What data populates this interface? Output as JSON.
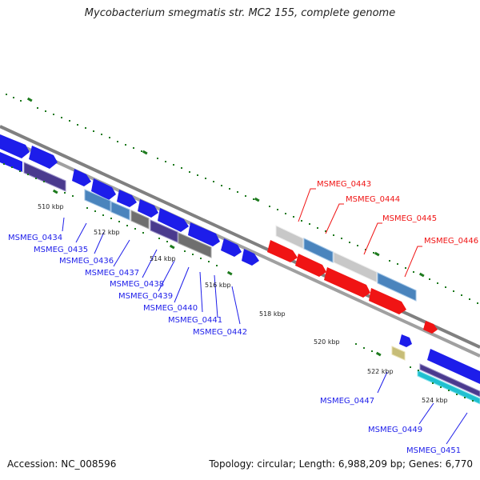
{
  "title": "Mycobacterium smegmatis str. MC2 155, complete genome",
  "footer": {
    "accession": "Accession: NC_008596",
    "topology": "Topology: circular; Length: 6,988,209 bp; Genes: 6,770"
  },
  "colors": {
    "blue": "#1d1dea",
    "red": "#f01414",
    "grey": "#6f6f6f",
    "light_grey": "#c8c8c8",
    "steel_blue": "#4a84bd",
    "purple": "#4a3a8e",
    "khaki": "#c7bd78",
    "cyan": "#1fc0d0",
    "tick_green": "#1d7a1d"
  },
  "ticks": [
    "510 kbp",
    "512 kbp",
    "514 kbp",
    "516 kbp",
    "518 kbp",
    "520 kbp",
    "522 kbp",
    "524 kbp"
  ],
  "gene_labels": {
    "blue": [
      "MSMEG_0434",
      "MSMEG_0435",
      "MSMEG_0436",
      "MSMEG_0437",
      "MSMEG_0438",
      "MSMEG_0439",
      "MSMEG_0440",
      "MSMEG_0441",
      "MSMEG_0442",
      "MSMEG_0447",
      "MSMEG_0449",
      "MSMEG_0451"
    ],
    "red": [
      "MSMEG_0443",
      "MSMEG_0444",
      "MSMEG_0445",
      "MSMEG_0446"
    ]
  }
}
